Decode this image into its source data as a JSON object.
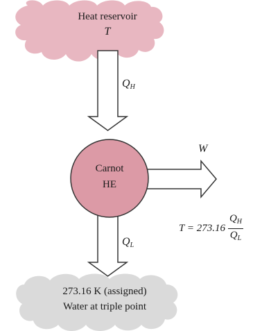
{
  "top_reservoir": {
    "title": "Heat reservoir",
    "temperature": "T"
  },
  "engine": {
    "line1": "Carnot",
    "line2": "HE"
  },
  "flows": {
    "heat_in": {
      "symbol": "Q",
      "subscript": "H"
    },
    "work": {
      "symbol": "W"
    },
    "heat_out": {
      "symbol": "Q",
      "subscript": "L"
    }
  },
  "bottom_reservoir": {
    "line1": "273.16 K (assigned)",
    "line2": "Water at triple point"
  },
  "equation": {
    "lhs": "T = 273.16",
    "num_symbol": "Q",
    "num_subscript": "H",
    "den_symbol": "Q",
    "den_subscript": "L"
  },
  "colors": {
    "top_cloud": "#e8b7c1",
    "engine_fill": "#dc9aa6",
    "bottom_cloud": "#dadada",
    "arrow_fill": "#ffffff",
    "stroke": "#333333"
  }
}
